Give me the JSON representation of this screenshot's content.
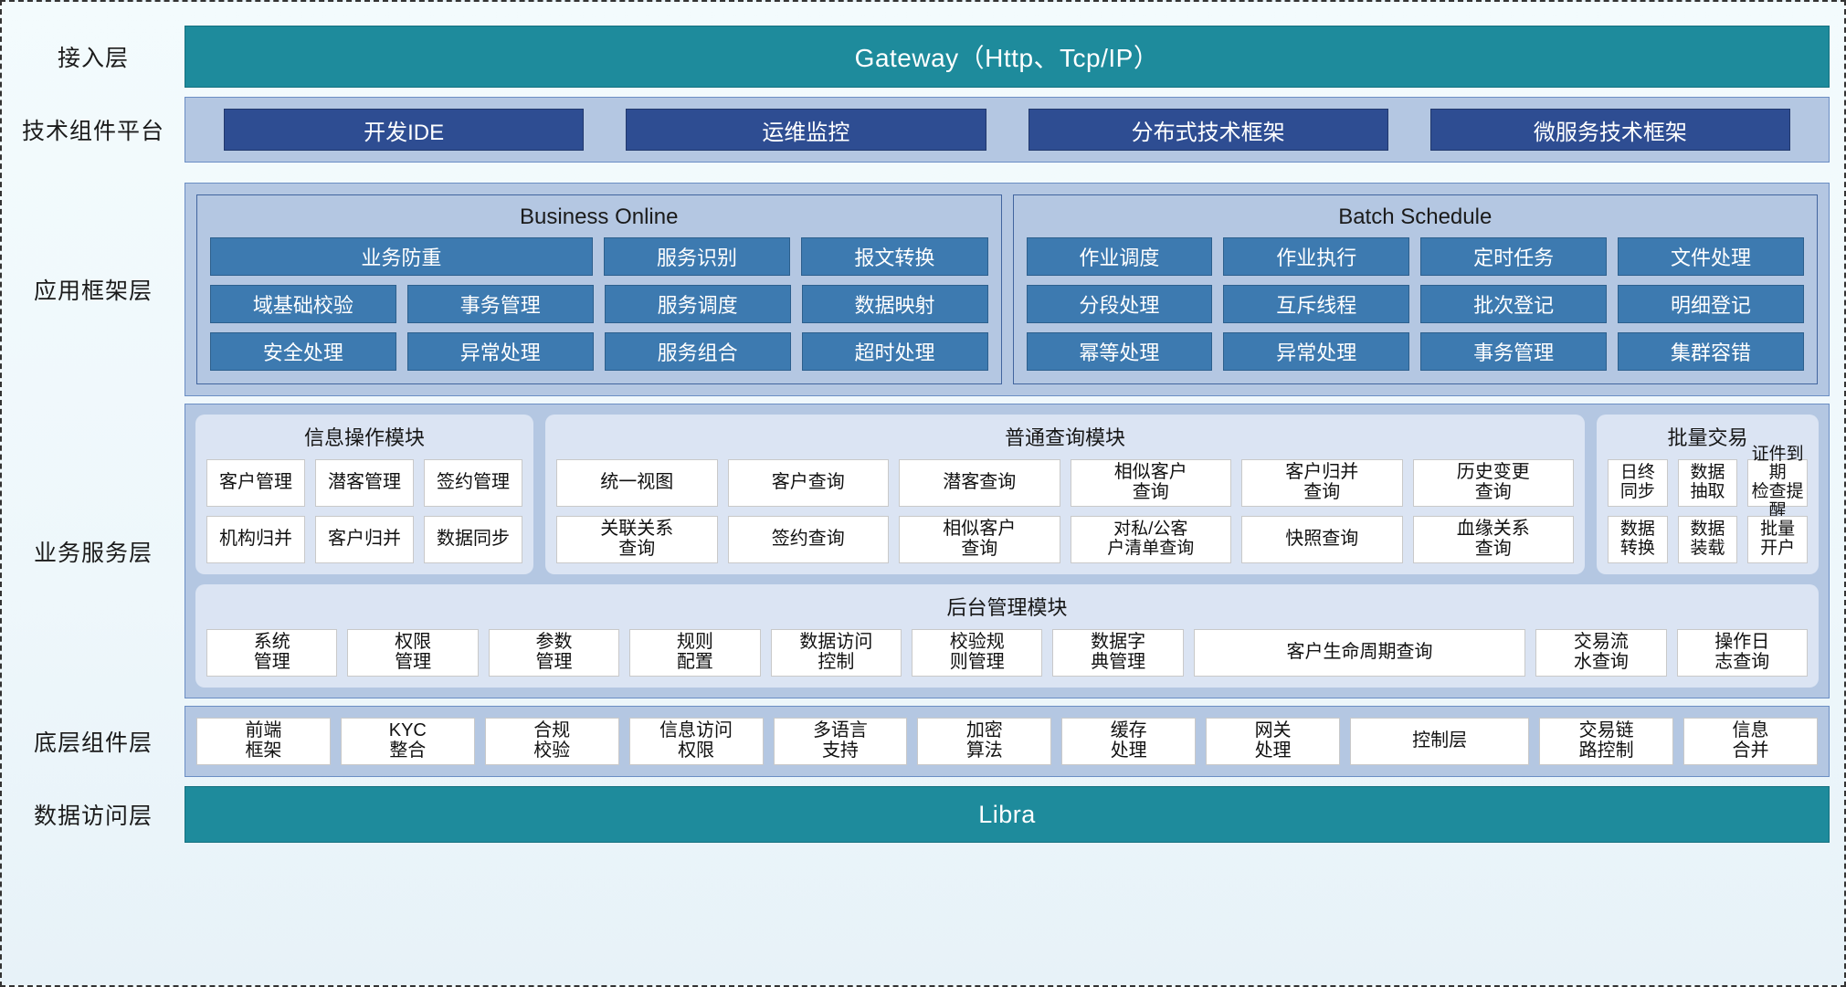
{
  "rows": {
    "access": {
      "label": "接入层",
      "bar": "Gateway（Http、Tcp/IP）"
    },
    "tech": {
      "label": "技术组件平台",
      "boxes": [
        "开发IDE",
        "运维监控",
        "分布式技术框架",
        "微服务技术框架"
      ]
    },
    "appframe": {
      "label": "应用框架层",
      "groups": [
        {
          "title": "Business Online",
          "rows": [
            [
              "业务防重",
              "服务识别",
              "报文转换"
            ],
            [
              "域基础校验",
              "事务管理",
              "服务调度",
              "数据映射"
            ],
            [
              "安全处理",
              "异常处理",
              "服务组合",
              "超时处理"
            ]
          ]
        },
        {
          "title": "Batch Schedule",
          "rows": [
            [
              "作业调度",
              "作业执行",
              "定时任务",
              "文件处理"
            ],
            [
              "分段处理",
              "互斥线程",
              "批次登记",
              "明细登记"
            ],
            [
              "幂等处理",
              "异常处理",
              "事务管理",
              "集群容错"
            ]
          ]
        }
      ]
    },
    "service": {
      "label": "业务服务层",
      "info": {
        "title": "信息操作模块",
        "rows": [
          [
            "客户管理",
            "潜客管理",
            "签约管理"
          ],
          [
            "机构归并",
            "客户归并",
            "数据同步"
          ]
        ]
      },
      "query": {
        "title": "普通查询模块",
        "rows": [
          [
            "统一视图",
            "客户查询",
            "潜客查询",
            "相似客户\n查询",
            "客户归并\n查询",
            "历史变更\n查询"
          ],
          [
            "关联关系\n查询",
            "签约查询",
            "相似客户\n查询",
            "对私/公客\n户清单查询",
            "快照查询",
            "血缘关系\n查询"
          ]
        ]
      },
      "batch": {
        "title": "批量交易",
        "rows": [
          [
            "日终\n同步",
            "数据\n抽取",
            "证件到期\n检查提醒"
          ],
          [
            "数据\n转换",
            "数据\n装载",
            "批量\n开户"
          ]
        ]
      },
      "back": {
        "title": "后台管理模块",
        "cells": [
          "系统\n管理",
          "权限\n管理",
          "参数\n管理",
          "规则\n配置",
          "数据访问\n控制",
          "校验规\n则管理",
          "数据字\n典管理",
          "客户生命周期查询",
          "交易流\n水查询",
          "操作日\n志查询"
        ]
      }
    },
    "component": {
      "label": "底层组件层",
      "cells": [
        "前端\n框架",
        "KYC\n整合",
        "合规\n校验",
        "信息访问\n权限",
        "多语言\n支持",
        "加密\n算法",
        "缓存\n处理",
        "网关\n处理",
        "控制层",
        "交易链\n路控制",
        "信息\n合并"
      ]
    },
    "data": {
      "label": "数据访问层",
      "bar": "Libra"
    }
  },
  "colors": {
    "teal": "#1e8b9c",
    "band": "#b4c7e2",
    "darkblue": "#2e4d92",
    "midblue": "#3d7ab0",
    "groupbg": "#dbe4f3",
    "white": "#ffffff"
  }
}
